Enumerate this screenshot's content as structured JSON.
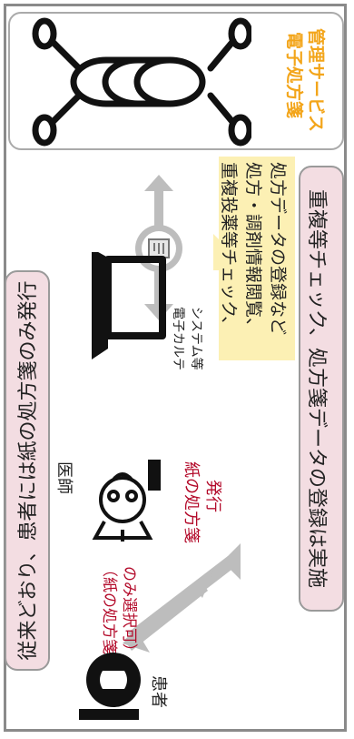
{
  "service": {
    "title_line1": "電子処方箋",
    "title_line2": "管理サービス"
  },
  "callout_yellow": {
    "line1": "重複投薬等チェック、",
    "line2": "処方・調剤情報閲覧、",
    "line3": "処方データの登録など"
  },
  "callout_left": {
    "text": "従来どおり、患者には紙の処方箋のみ発行"
  },
  "callout_bottom": {
    "text": "重複等チェック、処方箋データの登録は実施"
  },
  "labels": {
    "ehr_line1": "電子カルテ",
    "ehr_line2": "システム等",
    "doctor": "医師",
    "paper_issue_line1": "紙の処方箋",
    "paper_issue_line2": "発行",
    "paper_select_line1": "（紙の処方箋",
    "paper_select_line2": "のみ選択可）",
    "patient": "患者"
  },
  "colors": {
    "accent_orange": "#f3a51a",
    "accent_red": "#b30a2a",
    "callout_pink": "#f3dde2",
    "callout_yellow": "#fcf0b4",
    "arrow_gray": "#bdbdbd"
  },
  "icons": [
    "database-network-icon",
    "document-badge-icon",
    "laptop-icon",
    "doctor-icon",
    "patient-icon"
  ]
}
